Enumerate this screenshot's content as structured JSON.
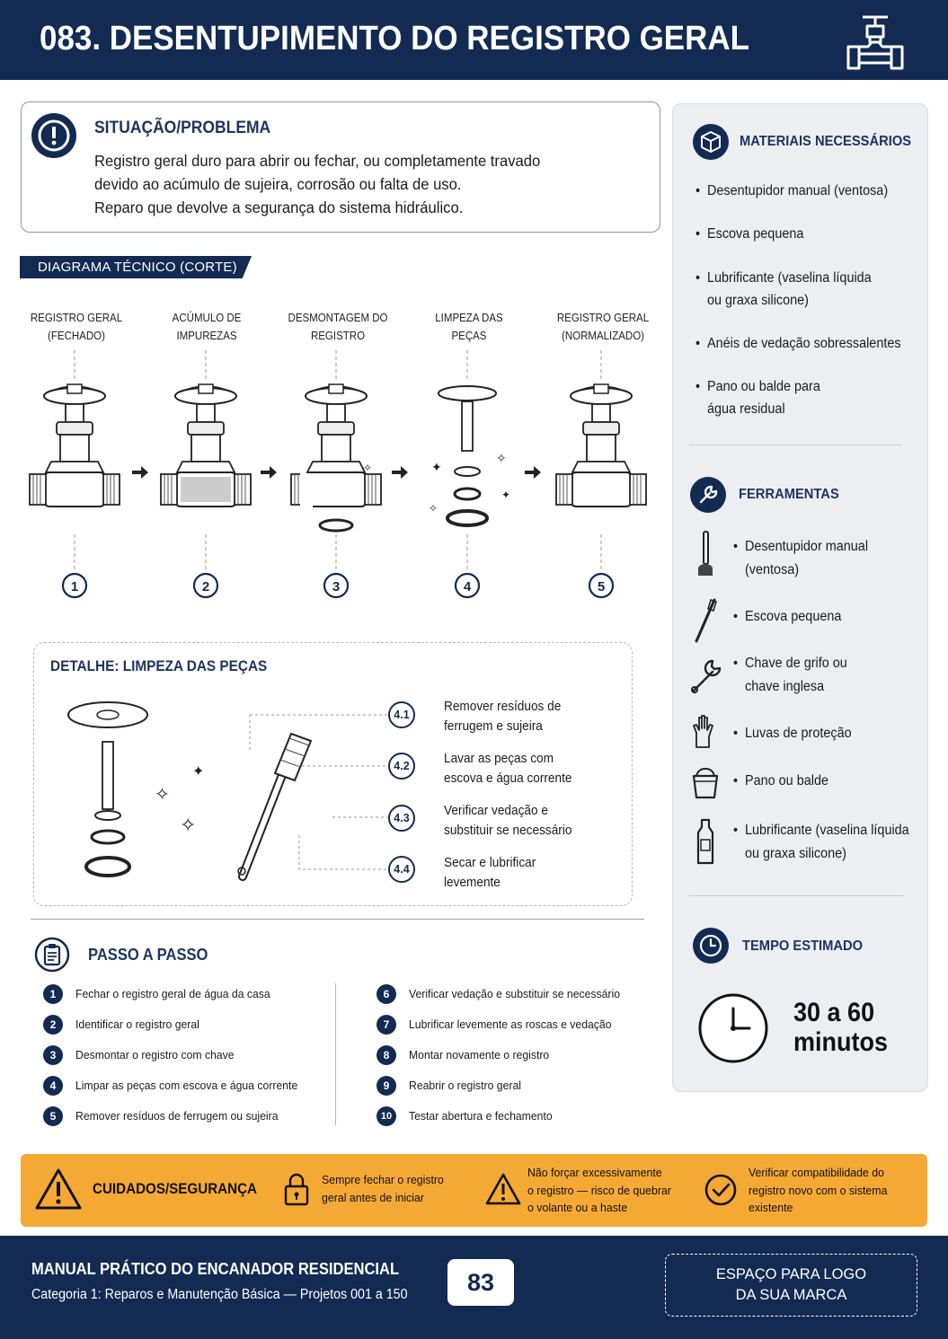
{
  "header": {
    "title": "083. DESENTUPIMENTO DO REGISTRO GERAL"
  },
  "situation": {
    "title": "SITUAÇÃO/PROBLEMA",
    "lines": [
      "Registro geral duro para abrir ou fechar, ou completamente travado",
      "devido ao acúmulo de sujeira, corrosão ou falta de uso.",
      "Reparo que devolve a segurança do sistema hidráulico."
    ]
  },
  "diagram": {
    "tag": "DIAGRAMA TÉCNICO (CORTE)",
    "stages": [
      {
        "line1": "REGISTRO GERAL",
        "line2": "(FECHADO)",
        "num": "1"
      },
      {
        "line1": "ACÚMULO DE",
        "line2": "IMPUREZAS",
        "num": "2"
      },
      {
        "line1": "DESMONTAGEM DO",
        "line2": "REGISTRO",
        "num": "3"
      },
      {
        "line1": "LIMPEZA DAS",
        "line2": "PEÇAS",
        "num": "4"
      },
      {
        "line1": "REGISTRO GERAL",
        "line2": "(NORMALIZADO)",
        "num": "5"
      }
    ]
  },
  "detail": {
    "title": "DETALHE: LIMPEZA DAS PEÇAS",
    "steps": [
      {
        "badge": "4.1",
        "line1": "Remover resíduos de",
        "line2": "ferrugem e sujeira"
      },
      {
        "badge": "4.2",
        "line1": "Lavar as peças com",
        "line2": "escova e água corrente"
      },
      {
        "badge": "4.3",
        "line1": "Verificar vedação e",
        "line2": "substituir se necessário"
      },
      {
        "badge": "4.4",
        "line1": "Secar e lubrificar",
        "line2": "levemente"
      }
    ]
  },
  "steps": {
    "title": "PASSO A PASSO",
    "items": [
      {
        "num": "1",
        "text": "Fechar o registro geral de água da casa"
      },
      {
        "num": "2",
        "text": "Identificar o registro geral"
      },
      {
        "num": "3",
        "text": "Desmontar o registro com chave"
      },
      {
        "num": "4",
        "text": "Limpar as peças com escova e água corrente"
      },
      {
        "num": "5",
        "text": "Remover resíduos de ferrugem ou sujeira"
      },
      {
        "num": "6",
        "text": "Verificar vedação e substituir se necessário"
      },
      {
        "num": "7",
        "text": "Lubrificar levemente as roscas e vedação"
      },
      {
        "num": "8",
        "text": "Montar novamente o registro"
      },
      {
        "num": "9",
        "text": "Reabrir o registro geral"
      },
      {
        "num": "10",
        "text": "Testar abertura e fechamento"
      }
    ]
  },
  "materials": {
    "title": "MATERIAIS NECESSÁRIOS",
    "items": [
      {
        "line1": "Desentupidor manual (ventosa)",
        "line2": ""
      },
      {
        "line1": "Escova pequena",
        "line2": ""
      },
      {
        "line1": "Lubrificante (vaselina líquida",
        "line2": "ou graxa silicone)"
      },
      {
        "line1": "Anéis de vedação sobressalentes",
        "line2": ""
      },
      {
        "line1": "Pano ou balde para",
        "line2": "água residual"
      }
    ]
  },
  "tools": {
    "title": "FERRAMENTAS",
    "items": [
      {
        "icon": "plunger-icon",
        "line1": "Desentupidor manual",
        "line2": "(ventosa)"
      },
      {
        "icon": "brush-icon",
        "line1": "Escova pequena",
        "line2": ""
      },
      {
        "icon": "wrench-icon",
        "line1": "Chave de grifo ou",
        "line2": "chave inglesa"
      },
      {
        "icon": "gloves-icon",
        "line1": "Luvas de proteção",
        "line2": ""
      },
      {
        "icon": "bucket-icon",
        "line1": "Pano ou balde",
        "line2": ""
      },
      {
        "icon": "lubricant-bottle-icon",
        "line1": "Lubrificante (vaselina líquida",
        "line2": "ou graxa silicone)"
      }
    ]
  },
  "time": {
    "title": "TEMPO ESTIMADO",
    "line1": "30 a 60",
    "line2": "minutos"
  },
  "safety": {
    "title": "CUIDADOS/SEGURANÇA",
    "items": [
      {
        "icon": "lock-icon",
        "lines": [
          "Sempre fechar o registro",
          "geral antes de iniciar"
        ]
      },
      {
        "icon": "warning-icon",
        "lines": [
          "Não forçar excessivamente",
          "o registro — risco de quebrar",
          "o volante ou a haste"
        ]
      },
      {
        "icon": "check-circle-icon",
        "lines": [
          "Verificar compatibilidade do",
          "registro novo com o sistema",
          "existente"
        ]
      }
    ]
  },
  "footer": {
    "title": "MANUAL PRÁTICO DO ENCANADOR RESIDENCIAL",
    "subtitle": "Categoria 1: Reparos e Manutenção Básica — Projetos 001 a 150",
    "page": "83",
    "logo_line1": "ESPAÇO PARA LOGO",
    "logo_line2": "DA SUA MARCA"
  },
  "colors": {
    "navy": "#132a52",
    "accent_orange": "#f5a935",
    "sidebar_bg": "#eceef1"
  }
}
